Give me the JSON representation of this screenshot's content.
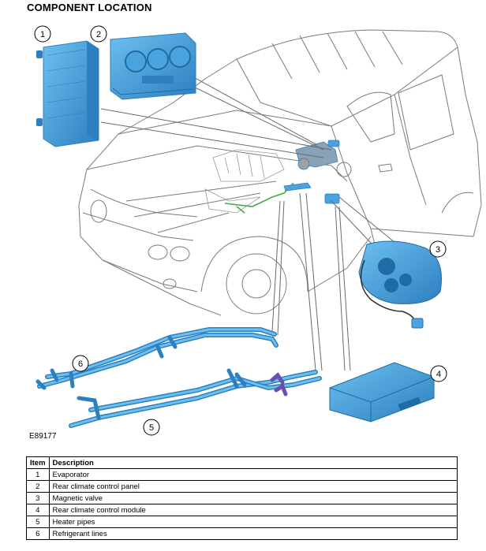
{
  "title": "COMPONENT LOCATION",
  "figure_id": "E89177",
  "callouts": [
    "1",
    "2",
    "3",
    "4",
    "5",
    "6"
  ],
  "colors": {
    "component_blue": "#4aa3df",
    "component_dark": "#2d7fbf",
    "outline": "#6b6b6b",
    "line_green": "#3cb043"
  },
  "table": {
    "headers": [
      "Item",
      "Description"
    ],
    "rows": [
      {
        "item": "1",
        "description": "Evaporator"
      },
      {
        "item": "2",
        "description": "Rear climate control panel"
      },
      {
        "item": "3",
        "description": "Magnetic valve"
      },
      {
        "item": "4",
        "description": "Rear climate control module"
      },
      {
        "item": "5",
        "description": "Heater pipes"
      },
      {
        "item": "6",
        "description": "Refrigerant lines"
      }
    ]
  }
}
